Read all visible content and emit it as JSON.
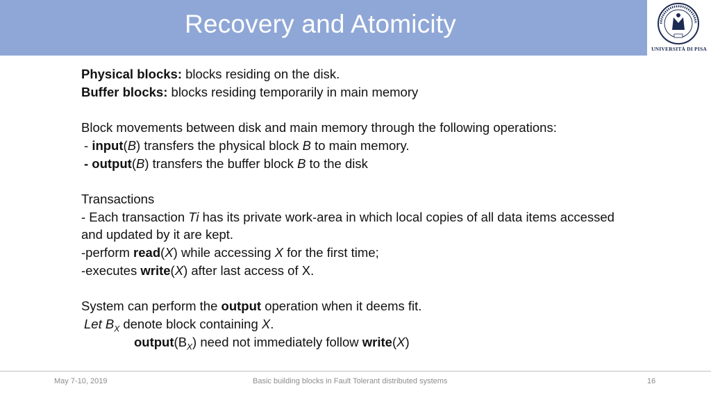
{
  "slide": {
    "title": "Recovery and Atomicity",
    "logo_text": "UNIVERSITÀ DI PISA",
    "logo_seal_text": "IN SUPREMÆ DIGNITATIS",
    "logo_year": "1343"
  },
  "content": {
    "line1_bold": "Physical blocks:",
    "line1_rest": " blocks residing on the disk.",
    "line2_bold": "Buffer blocks:",
    "line2_rest": " blocks residing temporarily in main memory",
    "line3": "Block movements between disk and main memory through the following operations:",
    "line4_pre": "- ",
    "line4_op": "input",
    "line4_paren_open": "(",
    "line4_var": "B",
    "line4_mid": ") transfers the physical block ",
    "line4_var2": "B",
    "line4_end": " to main memory.",
    "line5_op": "- output",
    "line5_paren_open": "(",
    "line5_var": "B",
    "line5_mid": ") transfers the buffer block ",
    "line5_var2": "B",
    "line5_end": " to the disk",
    "line6": "Transactions",
    "line7_pre": "- Each transaction ",
    "line7_var": "Ti",
    "line7_rest": " has its private work-area in which local copies of all data items accessed",
    "line8": "and updated by it are kept.",
    "line9_pre": "-perform ",
    "line9_op": "read",
    "line9_po": "(",
    "line9_var": "X",
    "line9_mid": ") while accessing ",
    "line9_var2": "X",
    "line9_end": " for the first time;",
    "line10_pre": "-executes ",
    "line10_op": "write",
    "line10_po": "(",
    "line10_var": "X",
    "line10_end": ")  after last access of X.",
    "line11_pre": "System can perform the ",
    "line11_op": "output",
    "line11_end": " operation when it deems fit.",
    "line12_let": "Let B",
    "line12_sub": "X",
    "line12_mid": " denote block containing ",
    "line12_var": "X",
    "line12_end": ".",
    "line13_op": "output",
    "line13_po": "(B",
    "line13_sub": "X",
    "line13_mid": ") need not immediately follow ",
    "line13_op2": "write",
    "line13_po2": "(",
    "line13_var": "X",
    "line13_end": ")"
  },
  "footer": {
    "date": "May 7-10, 2019",
    "center": "Basic building blocks in Fault Tolerant distributed systems",
    "page": "16"
  }
}
